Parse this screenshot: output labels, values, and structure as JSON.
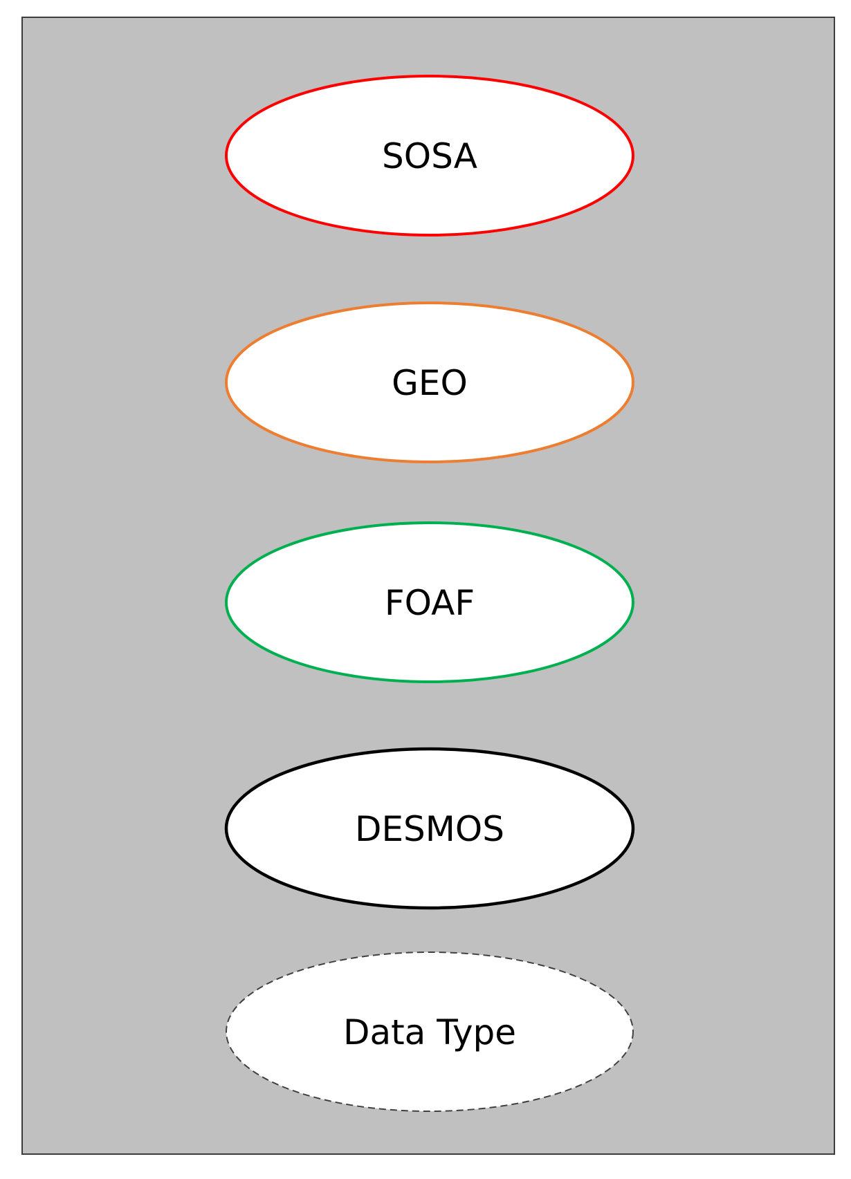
{
  "legend": {
    "items": [
      {
        "id": "sosa",
        "label": "SOSA",
        "stroke": "#ff0000",
        "style": "solid"
      },
      {
        "id": "geo",
        "label": "GEO",
        "stroke": "#ed7d31",
        "style": "solid"
      },
      {
        "id": "foaf",
        "label": "FOAF",
        "stroke": "#00b050",
        "style": "solid"
      },
      {
        "id": "desmos",
        "label": "DESMOS",
        "stroke": "#000000",
        "style": "solid"
      },
      {
        "id": "data-type",
        "label": "Data Type",
        "stroke": "#404040",
        "style": "dashed"
      }
    ],
    "panel_color": "#c0c0c0",
    "fill_color": "#ffffff"
  }
}
